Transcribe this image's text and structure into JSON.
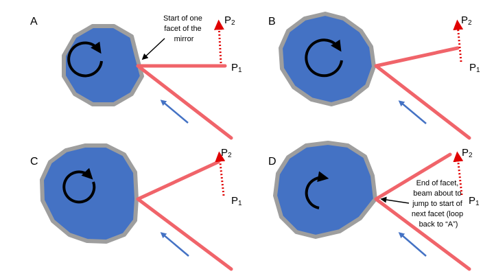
{
  "colors": {
    "mirror_fill": "#4472c4",
    "mirror_rim": "#9e9e9e",
    "beam": "#f0646a",
    "incident_arrow": "#4472c4",
    "scan_arrow": "#e00000",
    "rotation_arrow": "#000000",
    "text": "#000000"
  },
  "icons": {
    "rotation": "clockwise-curved-arrow-icon",
    "incident": "incident-direction-arrow-icon",
    "scan": "scan-direction-arrow-icon"
  },
  "panels": [
    {
      "letter": "A",
      "p2": {
        "main": "P",
        "sub": "2"
      },
      "p1": {
        "main": "P",
        "sub": "1"
      },
      "callout": [
        "Start of one",
        "facet of the",
        "mirror"
      ]
    },
    {
      "letter": "B",
      "p2": {
        "main": "P",
        "sub": "2"
      },
      "p1": {
        "main": "P",
        "sub": "1"
      }
    },
    {
      "letter": "C",
      "p2": {
        "main": "P",
        "sub": "2"
      },
      "p1": {
        "main": "P",
        "sub": "1"
      }
    },
    {
      "letter": "D",
      "p2": {
        "main": "P",
        "sub": "2"
      },
      "p1": {
        "main": "P",
        "sub": "1"
      },
      "callout": [
        "End of facet,",
        "beam about to",
        "jump to start of",
        "next facet (loop",
        "back to “A”)"
      ]
    }
  ]
}
